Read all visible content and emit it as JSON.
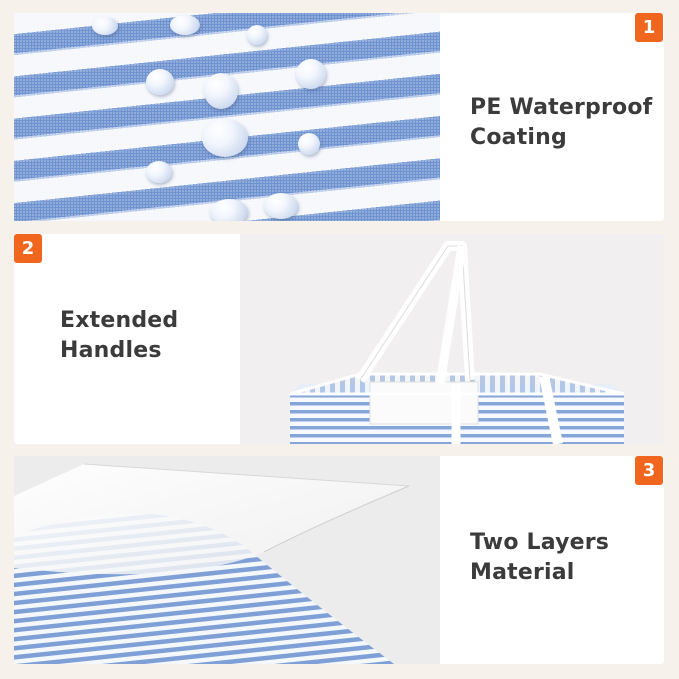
{
  "features": [
    {
      "number": "1",
      "lines": [
        "PE Waterproof",
        "Coating"
      ]
    },
    {
      "number": "2",
      "lines": [
        "Extended",
        "Handles"
      ]
    },
    {
      "number": "3",
      "lines": [
        "Two Layers",
        "Material"
      ]
    }
  ],
  "colors": {
    "badge": "#f1661f",
    "text": "#3b3b3b",
    "stripe_blue": "#6f93d1",
    "stripe_white": "#f5f7fb",
    "background": "#f7f1ec"
  }
}
